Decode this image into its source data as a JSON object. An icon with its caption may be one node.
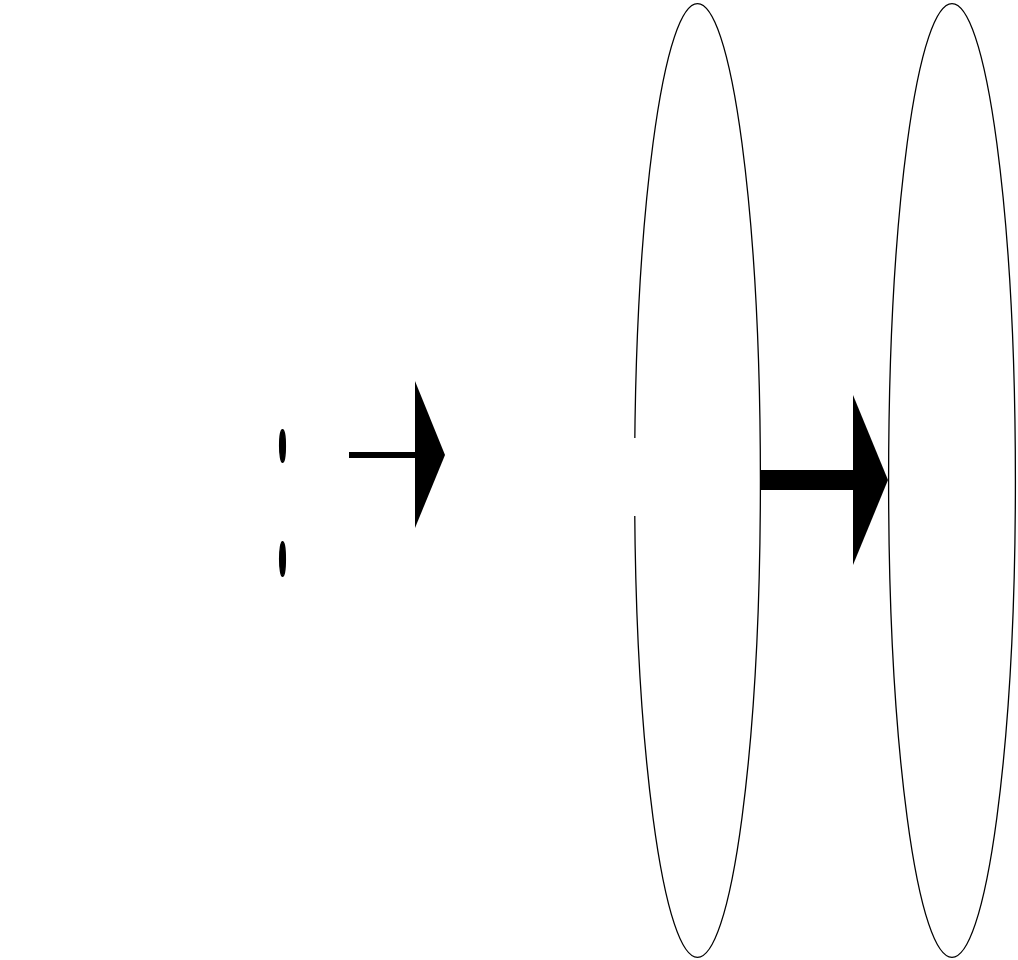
{
  "diagram": {
    "nodes": [
      {
        "text": [],
        "shape": "ellipse"
      },
      {
        "text": [],
        "shape": "ellipse"
      },
      {
        "text": [],
        "shape": "ellipse"
      },
      {
        "text": [],
        "shape": "ellipse"
      }
    ],
    "edges": [
      {
        "from": 2,
        "to": 3,
        "arrow": "to"
      }
    ]
  }
}
